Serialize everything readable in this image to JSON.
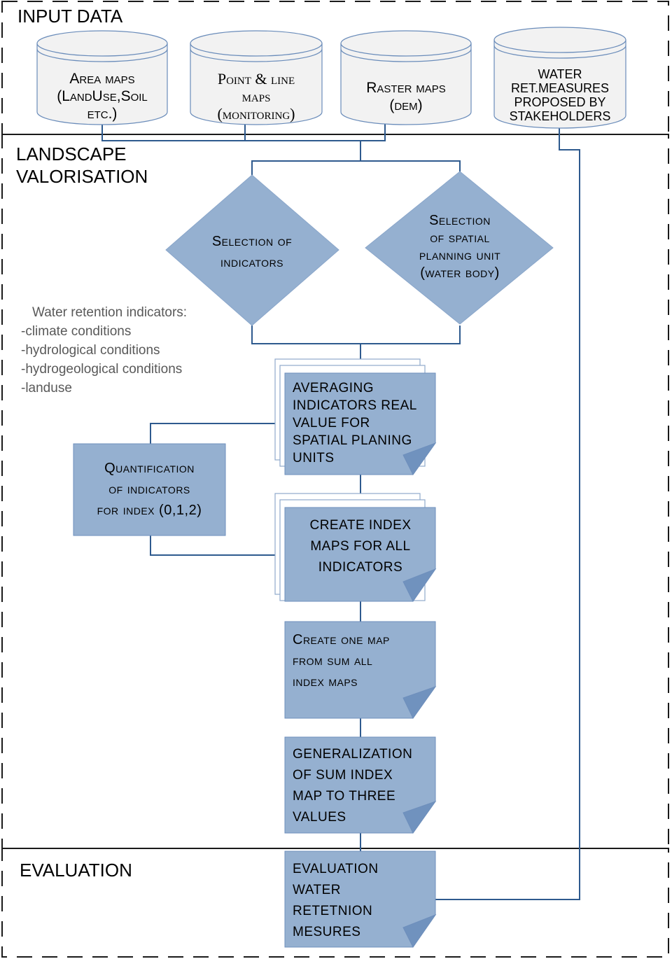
{
  "zones": {
    "input": "INPUT DATA",
    "landscape": [
      "LANDSCAPE",
      "VALORISATION"
    ],
    "evaluation": "EVALUATION"
  },
  "inputs": [
    {
      "id": "area-maps",
      "lines": [
        "Area maps",
        "(LandUse,Soil",
        "etc.)"
      ]
    },
    {
      "id": "point-line-maps",
      "lines": [
        "Point & line",
        "maps",
        "(monitoring)"
      ]
    },
    {
      "id": "raster-maps",
      "lines": [
        "Raster maps",
        "(dem)"
      ]
    },
    {
      "id": "water-retention-measures",
      "lines": [
        "WATER",
        "RET.MEASURES",
        "PROPOSED BY",
        "STAKEHOLDERS"
      ]
    }
  ],
  "decisions": [
    {
      "id": "selection-of-indicators",
      "lines": [
        "Selection of",
        "indicators"
      ]
    },
    {
      "id": "selection-of-spatial-unit",
      "lines": [
        "Selection",
        "of spatial",
        "planning unit",
        "(water body)"
      ]
    }
  ],
  "note": {
    "title": "Water retention indicators:",
    "items": [
      "-climate conditions",
      "-hydrological conditions",
      "-hydrogeological conditions",
      "-landuse"
    ]
  },
  "processes": [
    {
      "id": "averaging",
      "lines": [
        "AVERAGING",
        "INDICATORS REAL",
        "VALUE FOR",
        "SPATIAL PLANING",
        "UNITS"
      ]
    },
    {
      "id": "quantification",
      "lines": [
        "Quantification",
        "of indicators",
        "for index (0,1,2)"
      ]
    },
    {
      "id": "create-index-maps",
      "lines": [
        "CREATE INDEX",
        "MAPS FOR ALL",
        "INDICATORS"
      ]
    },
    {
      "id": "create-one-map",
      "lines": [
        "Create one map",
        "from sum all",
        "index maps"
      ]
    },
    {
      "id": "generalization",
      "lines": [
        "GENERALIZATION",
        "OF SUM INDEX",
        "MAP TO THREE",
        "VALUES"
      ]
    },
    {
      "id": "evaluation-measures",
      "lines": [
        "EVALUATION",
        "WATER",
        "RETETNION",
        "MESURES"
      ]
    }
  ],
  "colors": {
    "node_fill": "#95B0D0",
    "node_stroke": "#6E8FBC",
    "fold_fill": "#7092BE",
    "connector": "#2E5A8E",
    "cylinder_fill": "#F2F2F2",
    "cylinder_stroke": "#6A8CBA",
    "dash": "#1A1A1A",
    "note_text": "#595959"
  }
}
